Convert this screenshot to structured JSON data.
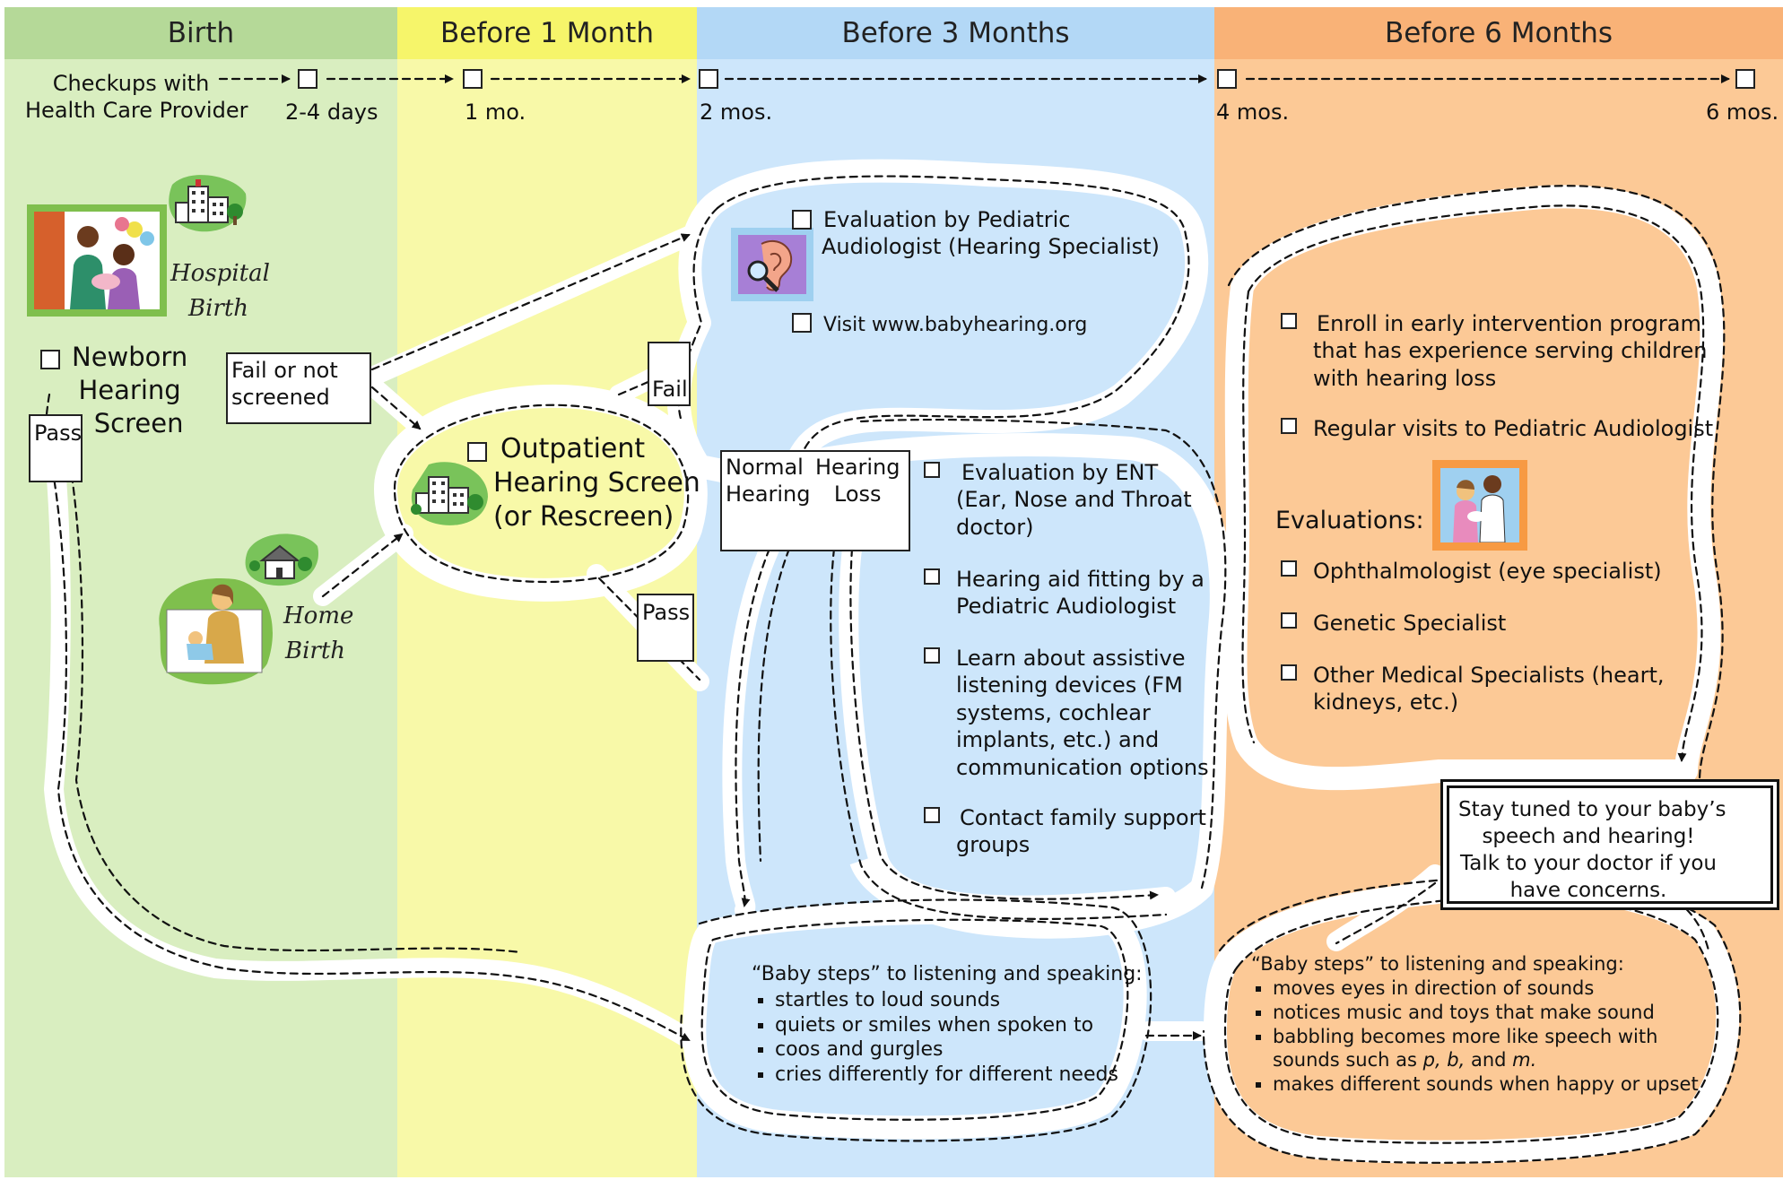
{
  "columns": [
    {
      "id": "birth",
      "header": "Birth",
      "color": "#d9eec0",
      "header_color": "#b5d998"
    },
    {
      "id": "before-1-month",
      "header": "Before 1 Month",
      "color": "#f8f9a8",
      "header_color": "#f6f56a"
    },
    {
      "id": "before-3-months",
      "header": "Before 3 Months",
      "color": "#cde6fb",
      "header_color": "#b3d8f6"
    },
    {
      "id": "before-6-months",
      "header": "Before 6 Months",
      "color": "#fcc996",
      "header_color": "#f9b277"
    }
  ],
  "checkups": {
    "label_line1": "Checkups with",
    "label_line2": "Health Care Provider",
    "ticks": [
      "2-4 days",
      "1 mo.",
      "2 mos.",
      "4 mos.",
      "6 mos."
    ]
  },
  "birth": {
    "hospital_line1": "Hospital",
    "hospital_line2": "Birth",
    "home_line1": "Home",
    "home_line2": "Birth",
    "newborn_screen": [
      "Newborn",
      "Hearing",
      "Screen"
    ],
    "pass_label": "Pass",
    "fail_line1": "Fail or not",
    "fail_line2": "screened"
  },
  "outpatient": {
    "lines": [
      "Outpatient",
      "Hearing Screen",
      "(or Rescreen)"
    ],
    "fail_label": "Fail",
    "pass_label": "Pass"
  },
  "before3": {
    "eval_line1": "Evaluation by Pediatric",
    "eval_line2": "Audiologist (Hearing Specialist)",
    "visit_link": "Visit www.babyhearing.org",
    "normal_line1": "Normal",
    "normal_line2": "Hearing",
    "loss_line1": "Hearing",
    "loss_line2": "Loss",
    "items": [
      {
        "lines": [
          "Evaluation by ENT",
          "(Ear, Nose and Throat",
          "doctor)"
        ]
      },
      {
        "lines": [
          "Hearing aid fitting by a",
          "Pediatric Audiologist"
        ]
      },
      {
        "lines": [
          "Learn about assistive",
          "listening devices (FM",
          "systems, cochlear",
          "implants, etc.)  and",
          "communication options"
        ]
      },
      {
        "lines": [
          "Contact family support",
          "groups"
        ]
      }
    ],
    "baby_steps_title": "“Baby steps” to listening and speaking:",
    "baby_steps": [
      "startles to loud sounds",
      "quiets or smiles when spoken to",
      "coos and gurgles",
      "cries differently for different needs"
    ]
  },
  "before6": {
    "items": [
      {
        "lines": [
          "Enroll in early intervention program",
          "that has experience serving children",
          "with hearing loss"
        ]
      },
      {
        "lines": [
          "Regular visits to Pediatric Audiologist"
        ]
      }
    ],
    "evaluations_label": "Evaluations:",
    "evaluations": [
      {
        "lines": [
          "Ophthalmologist  (eye specialist)"
        ]
      },
      {
        "lines": [
          "Genetic Specialist"
        ]
      },
      {
        "lines": [
          "Other Medical Specialists (heart,",
          "kidneys, etc.)"
        ]
      }
    ],
    "stay_tuned": [
      "Stay tuned to your baby’s",
      "speech and hearing!",
      "Talk to your doctor if you",
      "have concerns."
    ],
    "baby_steps_title": "“Baby steps” to listening and speaking:",
    "baby_steps": [
      "moves eyes in direction of sounds",
      "notices music and toys that make sound",
      "babbling becomes more like speech with",
      "makes different sounds  when happy or upset"
    ],
    "baby_steps_item3_cont_prefix": "sounds such as ",
    "baby_steps_item3_cont_em": "p, b,",
    "baby_steps_item3_cont_mid": " and ",
    "baby_steps_item3_cont_em2": "m.",
    "bullet_style": "square"
  },
  "icons": [
    "hospital-icon",
    "family-photo-icon",
    "house-icon",
    "mother-baby-icon",
    "ear-icon",
    "doctor-icon",
    "checkbox-icon",
    "arrow-icon"
  ]
}
